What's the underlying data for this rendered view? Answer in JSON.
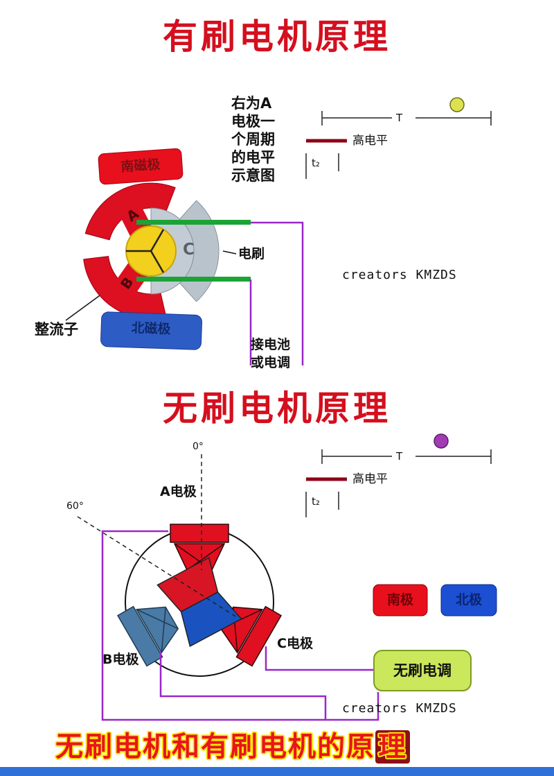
{
  "brushed": {
    "title": "有刷电机原理",
    "note": "右为A\n电极一\n个周期\n的电平\n示意图",
    "south_pole": "南磁极",
    "north_pole": "北磁极",
    "rotor_a": "A",
    "rotor_b": "B",
    "stator_c": "C",
    "brush_label": "电刷",
    "commutator_label": "整流子",
    "battery_label": "接电池\n或电调",
    "timing": {
      "period": "T",
      "high": "高电平",
      "t2": "t₂"
    },
    "credit": "creators KMZDS"
  },
  "brushless": {
    "title": "无刷电机原理",
    "angle0": "0°",
    "angle60": "60°",
    "electrode_a": "A电极",
    "electrode_b": "B电极",
    "electrode_c": "C电极",
    "legend_south": "南极",
    "legend_north": "北极",
    "esc": "无刷电调",
    "timing": {
      "period": "T",
      "high": "高电平",
      "t2": "t₂"
    },
    "credit": "creators KMZDS"
  },
  "footer": {
    "caption_main": "无刷电机和有刷电机的原",
    "caption_last": "理"
  },
  "colors": {
    "title_red": "#d40f1e",
    "pole_red": "#dc1020",
    "pole_blue": "#2e5cc5",
    "stator_blue": "#4a7ba6",
    "rotor_blue": "#1a53c0",
    "commutator_yellow": "#f3cf1e",
    "brush_green": "#1ca336",
    "wire_purple": "#9a27c8",
    "high_level_darkred": "#8e0016",
    "marker_yellow": "#dce24f",
    "marker_purple": "#a13cb4",
    "esc_green": "#cbe75b",
    "legend_red": "#e8101c",
    "legend_blue": "#1c4fd2",
    "bottom_bar_blue": "#2f6fd8"
  }
}
